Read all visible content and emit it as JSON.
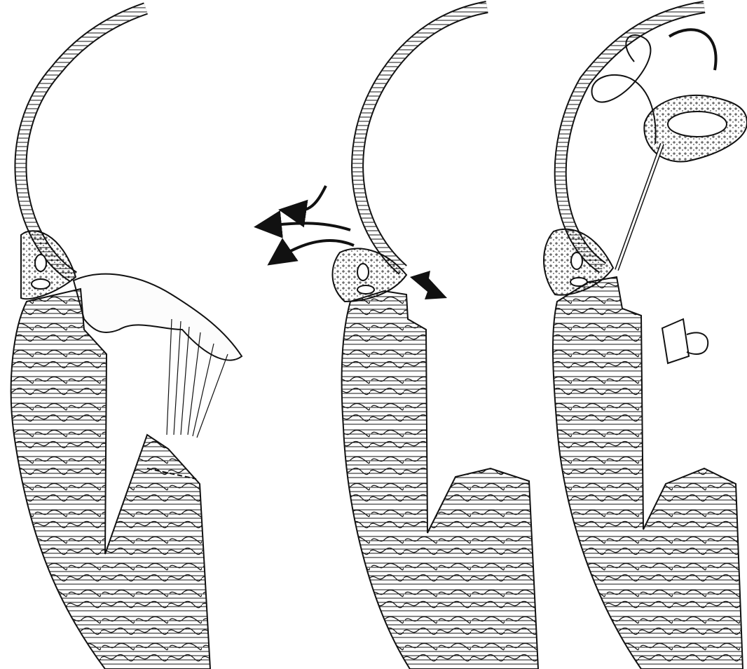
{
  "figure": {
    "panels": [
      {
        "id": "panel-1"
      },
      {
        "id": "panel-2"
      },
      {
        "id": "panel-3"
      }
    ],
    "colors": {
      "ink": "#111111",
      "paper": "#ffffff",
      "fill": "#f7f7f7"
    }
  }
}
